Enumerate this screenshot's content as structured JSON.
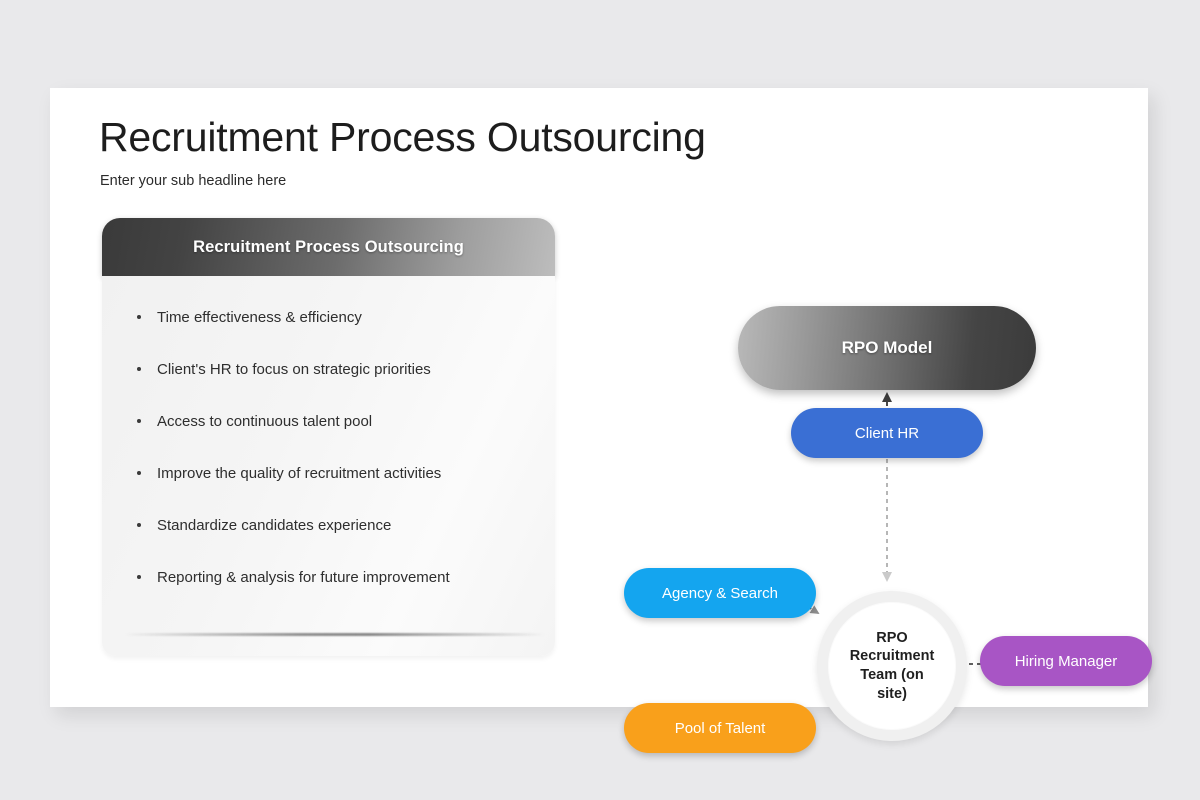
{
  "slide": {
    "title": "Recruitment Process Outsourcing",
    "subtitle": "Enter your sub headline here",
    "background_color": "#e9e9eb",
    "canvas_color": "#ffffff"
  },
  "left_card": {
    "header_label": "Recruitment Process Outsourcing",
    "header_gradient_from": "#3a3a3a",
    "header_gradient_to": "#bdbdbd",
    "body_color": "#f4f4f4",
    "bullets": [
      "Time effectiveness & efficiency",
      "Client's HR to focus on strategic priorities",
      "Access to continuous talent pool",
      "Improve the quality of recruitment activities",
      "Standardize candidates experience",
      "Reporting & analysis for future improvement"
    ]
  },
  "diagram": {
    "nodes": {
      "rpo_model": {
        "label": "RPO Model",
        "color_from": "#b9b9b9",
        "color_to": "#3b3b3b"
      },
      "client_hr": {
        "label": "Client HR",
        "color": "#3a6fd4"
      },
      "agency_search": {
        "label": "Agency & Search",
        "color": "#14a5ef"
      },
      "pool_of_talent": {
        "label": "Pool of Talent",
        "color": "#f9a01b"
      },
      "hiring_manager": {
        "label": "Hiring Manager",
        "color": "#a855c5"
      },
      "rpo_team": {
        "line1": "RPO",
        "line2": "Recruitment",
        "line3": "Team (on",
        "line4": "site)",
        "color": "#ffffff",
        "ring_color": "#f0f0f0"
      }
    },
    "connectors": [
      {
        "name": "team-to-client-hr-to-rpo-model",
        "style": "dashed",
        "direction": "up"
      },
      {
        "name": "team-to-agency-search",
        "style": "dashed",
        "direction": "both"
      },
      {
        "name": "team-to-pool-of-talent",
        "style": "dashed",
        "direction": "both"
      },
      {
        "name": "team-to-hiring-manager",
        "style": "dashed",
        "direction": "both"
      }
    ]
  }
}
